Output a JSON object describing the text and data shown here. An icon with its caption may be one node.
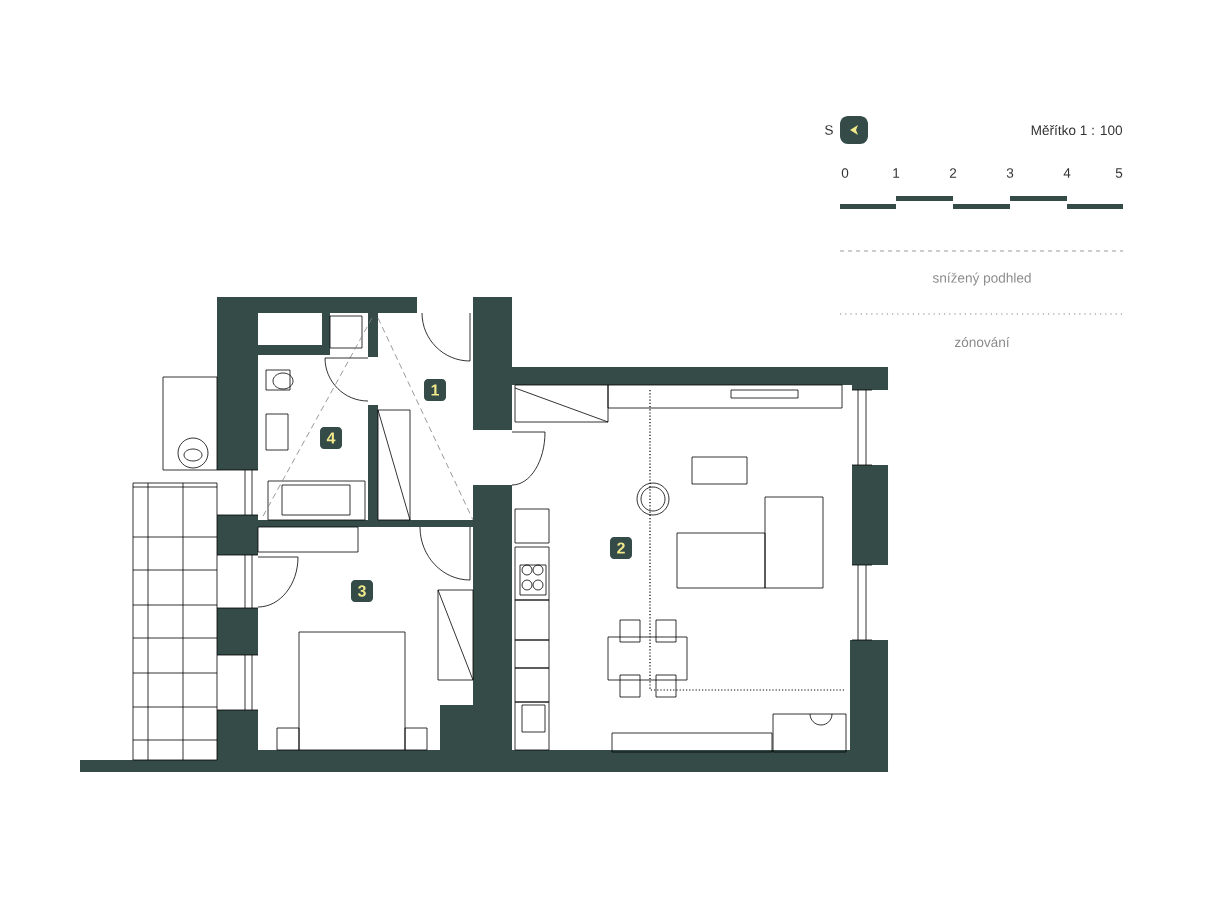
{
  "diagram": {
    "nodes": [
      {
        "text": [
          "1"
        ]
      },
      {
        "text": [
          "4"
        ]
      },
      {
        "text": [
          "2"
        ]
      },
      {
        "text": [
          "3"
        ]
      }
    ],
    "labels": [
      "S",
      "Měřítko 1 : 100",
      "0",
      "1",
      "2",
      "3",
      "4",
      "5"
    ],
    "legend": [
      {
        "text": "snížený podhled"
      },
      {
        "text": "zónování"
      }
    ]
  }
}
